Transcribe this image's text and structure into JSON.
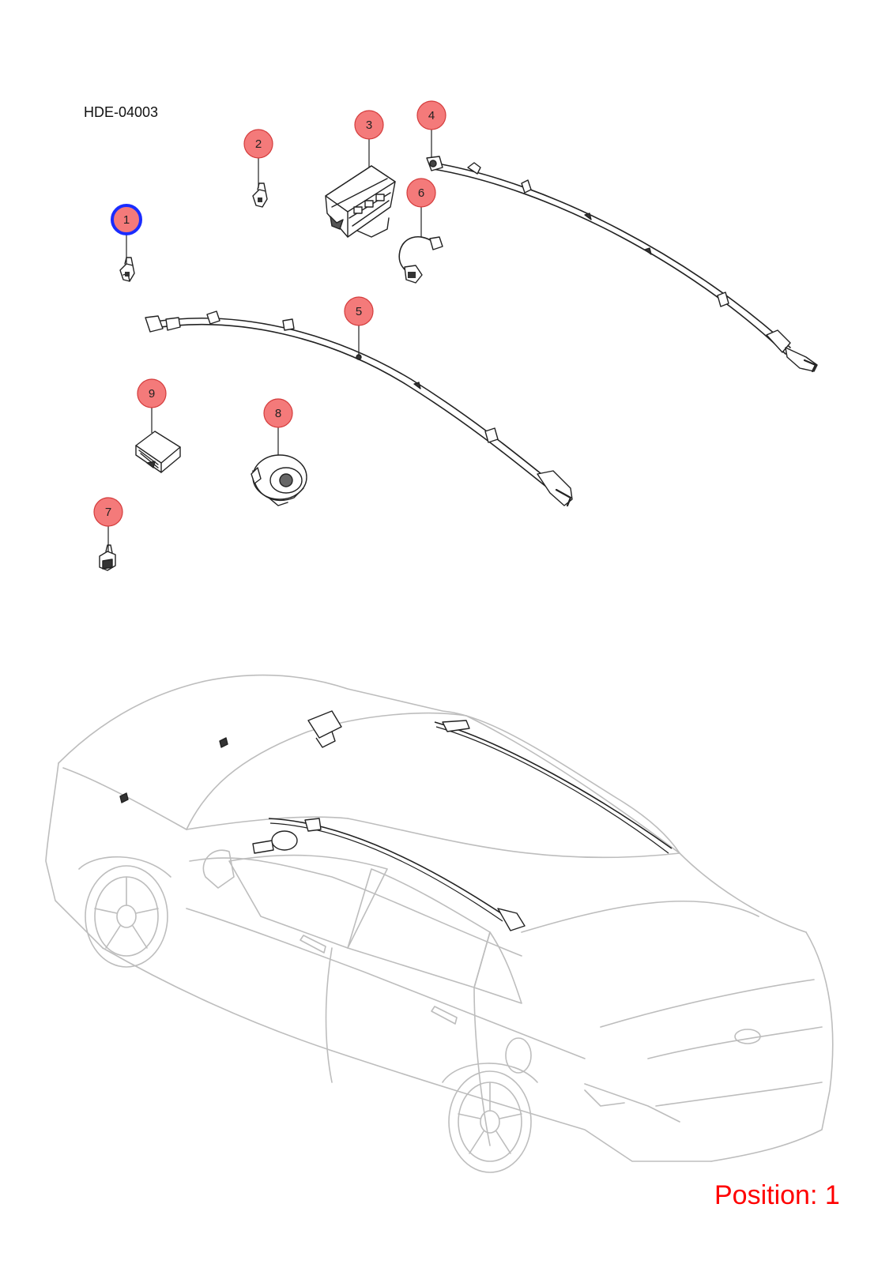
{
  "diagram": {
    "code": "HDE-04003",
    "position_label": "Position: 1",
    "selected": "1",
    "callouts": [
      {
        "id": "1",
        "label": "1"
      },
      {
        "id": "2",
        "label": "2"
      },
      {
        "id": "3",
        "label": "3"
      },
      {
        "id": "4",
        "label": "4"
      },
      {
        "id": "5",
        "label": "5"
      },
      {
        "id": "6",
        "label": "6"
      },
      {
        "id": "7",
        "label": "7"
      },
      {
        "id": "8",
        "label": "8"
      },
      {
        "id": "9",
        "label": "9"
      }
    ],
    "colors": {
      "callout_fill": "#f47a7a",
      "callout_stroke": "#d43c3c",
      "selected_stroke": "#1a2cff",
      "position_text": "#ff0000",
      "car_outline": "#bdbdbd",
      "part_line": "#222222"
    }
  }
}
